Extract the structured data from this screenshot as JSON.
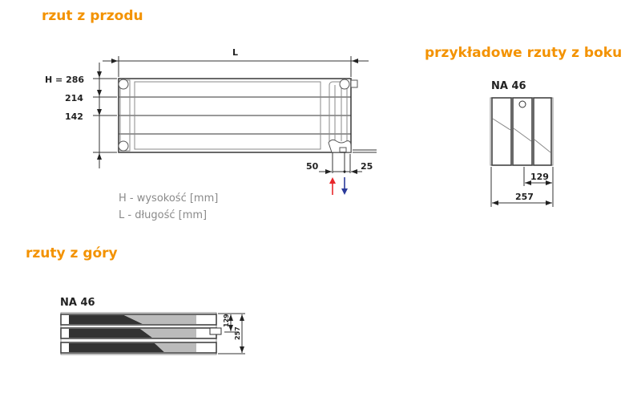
{
  "headings": {
    "front": "rzut z przodu",
    "side": "przykładowe rzuty z boku",
    "top": "rzuty z góry"
  },
  "front_view": {
    "length_label": "L",
    "height_labels": [
      "H = 286",
      "214",
      "142"
    ],
    "connection_dims": [
      "50",
      "25"
    ]
  },
  "legend": {
    "height": "H - wysokość [mm]",
    "length": "L  - długość [mm]"
  },
  "side_view": {
    "model": "NA 46",
    "dims": [
      "129",
      "257"
    ]
  },
  "top_view": {
    "model": "NA 46",
    "dims": [
      "129",
      "257"
    ]
  },
  "colors": {
    "accent": "#f39200",
    "supply": "#e8262a",
    "return": "#2b3a9a"
  }
}
